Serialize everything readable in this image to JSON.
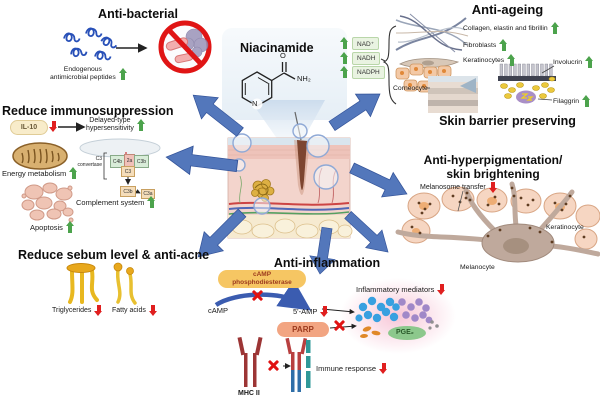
{
  "anti_bacterial": {
    "title": "Anti-bacterial",
    "peptides_line1": "Endogenous",
    "peptides_line2": "antimicrobial peptides"
  },
  "immuno": {
    "title": "Reduce immunosuppression",
    "il10": "IL-10",
    "delayed_line1": "Delayed-type",
    "delayed_line2": "hypersensitivity",
    "energy": "Energy metabolism",
    "apoptosis": "Apoptosis",
    "c3_convertase_line1": "C3",
    "c3_convertase_line2": "convertase",
    "c4b": "C4b",
    "c2a": "2a",
    "c3b_top": "C3b",
    "c3": "C3",
    "c3b_bottom": "C3b",
    "c3a": "C3a",
    "complement": "Complement system"
  },
  "niacinamide": {
    "title": "Niacinamide",
    "atom_o": "O",
    "atom_n": "N",
    "atom_nh2": "NH₂"
  },
  "nad": {
    "nad": "NAD⁺",
    "nadh": "NADH",
    "nadph": "NADPH"
  },
  "anti_ageing": {
    "title": "Anti-ageing",
    "collagen": "Collagen, elastin and fibrillin",
    "fibroblasts": "Fibroblasts",
    "keratinocytes": "Keratinocytes",
    "involucrin": "Involucrin",
    "corneocyte": "Corneocyte",
    "filaggrin": "Filaggrin"
  },
  "skin_barrier": {
    "title": "Skin barrier preserving"
  },
  "hyperpig": {
    "title_line1": "Anti-hyperpigmentation/",
    "title_line2": "skin brightening",
    "melanosome": "Melanosome transfer",
    "keratinocyte": "Keratinocyte",
    "melanocyte": "Melanocyte"
  },
  "sebum": {
    "title": "Reduce sebum level & anti-acne",
    "triglycerides": "Triglycerides",
    "fatty_acids": "Fatty acids"
  },
  "inflammation": {
    "title": "Anti-inflammation",
    "pde_line1": "cAMP",
    "pde_line2": "phosphodiesterase",
    "camp": "cAMP",
    "amp": "5'-AMP",
    "parp": "PARP",
    "mediators": "Inflammatory mediators",
    "pge2": "PGE₂",
    "mhc": "MHC II",
    "immune": "Immune response"
  }
}
